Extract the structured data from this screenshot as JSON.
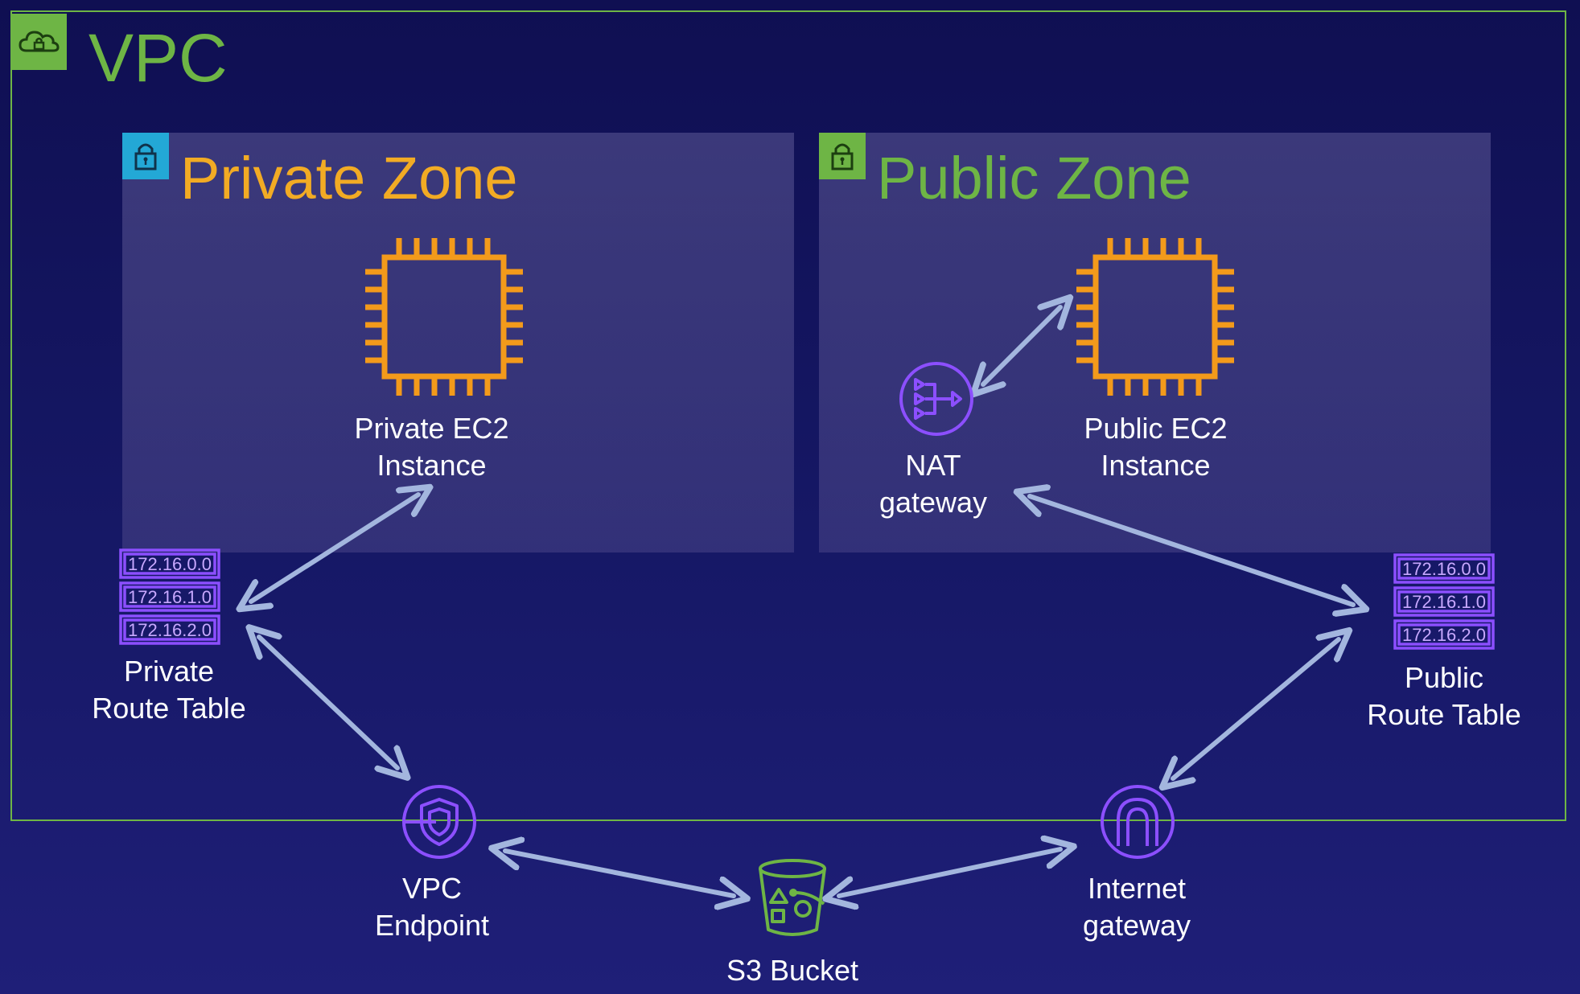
{
  "vpc": {
    "title": "VPC",
    "icon": "cloud-lock-icon",
    "accent": "#6eb545"
  },
  "zones": {
    "private": {
      "title": "Private Zone",
      "icon": "lock-icon",
      "color": "#f2ab24",
      "badge_color": "#23a8d6"
    },
    "public": {
      "title": "Public Zone",
      "icon": "lock-icon",
      "color": "#6eb545",
      "badge_color": "#6eb545"
    }
  },
  "nodes": {
    "private_ec2": {
      "line1": "Private EC2",
      "line2": "Instance",
      "icon": "ec2-chip-icon"
    },
    "public_ec2": {
      "line1": "Public EC2",
      "line2": "Instance",
      "icon": "ec2-chip-icon"
    },
    "nat_gateway": {
      "line1": "NAT",
      "line2": "gateway",
      "icon": "nat-gateway-icon"
    },
    "private_route_table": {
      "line1": "Private",
      "line2": "Route Table",
      "icon": "route-table-icon",
      "routes": [
        "172.16.0.0",
        "172.16.1.0",
        "172.16.2.0"
      ]
    },
    "public_route_table": {
      "line1": "Public",
      "line2": "Route Table",
      "icon": "route-table-icon",
      "routes": [
        "172.16.0.0",
        "172.16.1.0",
        "172.16.2.0"
      ]
    },
    "vpc_endpoint": {
      "line1": "VPC",
      "line2": "Endpoint",
      "icon": "vpc-endpoint-icon"
    },
    "internet_gateway": {
      "line1": "Internet",
      "line2": "gateway",
      "icon": "internet-gateway-icon"
    },
    "s3_bucket": {
      "line1": "S3 Bucket",
      "icon": "s3-bucket-icon"
    }
  },
  "colors": {
    "compute": "#f39a1b",
    "network": "#8c4fff",
    "storage": "#6eb545",
    "arrow": "#a3b6de"
  }
}
